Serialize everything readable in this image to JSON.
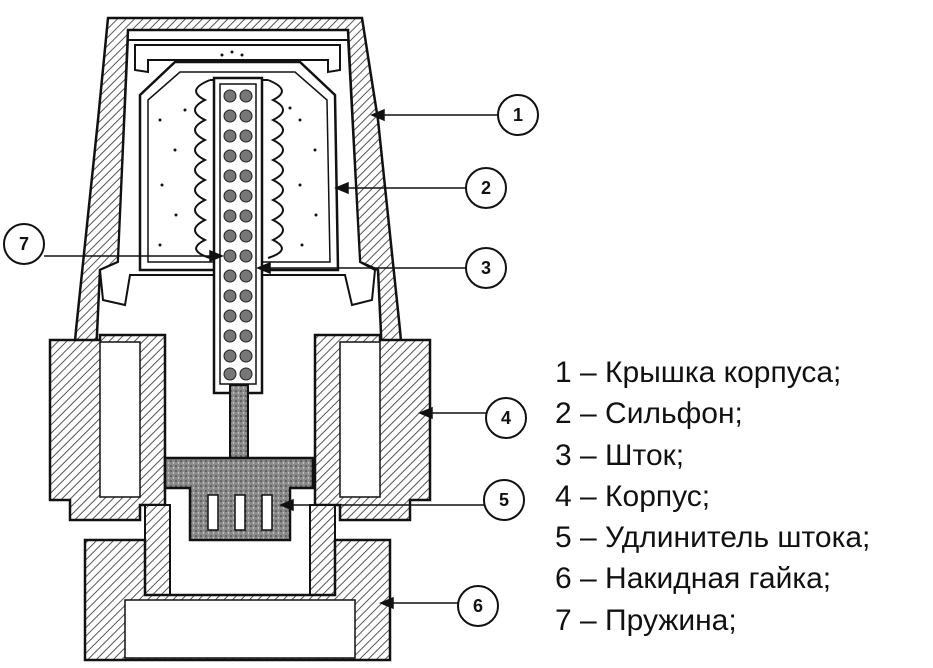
{
  "callouts": [
    "1",
    "2",
    "3",
    "4",
    "5",
    "6",
    "7"
  ],
  "legend": [
    "1 – Крышка корпуса;",
    "2 – Сильфон;",
    "3 – Шток;",
    "4 – Корпус;",
    "5 – Удлинитель штока;",
    "6 – Накидная гайка;",
    "7 – Пружина;"
  ],
  "colors": {
    "line": "#111111",
    "hatch": "#555555",
    "background": "#ffffff"
  }
}
